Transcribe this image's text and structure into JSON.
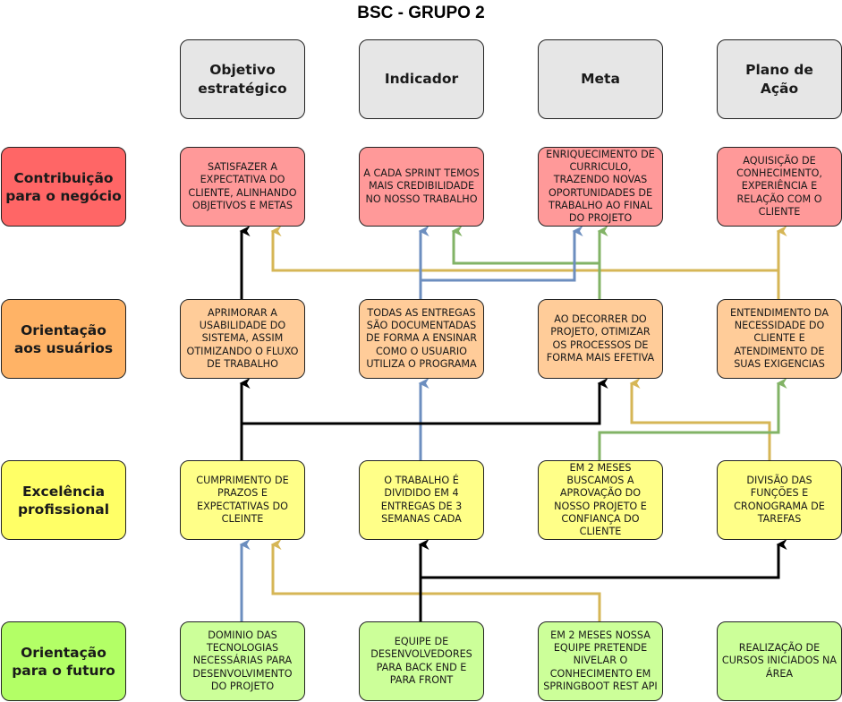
{
  "title": "BSC - GRUPO 2",
  "columns": [
    "Objetivo estratégico",
    "Indicador",
    "Meta",
    "Plano de Ação"
  ],
  "rows": [
    {
      "label": "Contribuição para o negócio",
      "cells": [
        "SATISFAZER A EXPECTATIVA DO CLIENTE, ALINHANDO OBJETIVOS E METAS",
        "A CADA SPRINT TEMOS MAIS CREDIBILIDADE NO NOSSO TRABALHO",
        "ENRIQUECIMENTO DE CURRICULO, TRAZENDO NOVAS OPORTUNIDADES DE TRABALHO AO FINAL DO PROJETO",
        "AQUISIÇÃO DE CONHECIMENTO, EXPERIÊNCIA E RELAÇÃO COM O CLIENTE"
      ]
    },
    {
      "label": "Orientação aos usuários",
      "cells": [
        "APRIMORAR A USABILIDADE DO SISTEMA, ASSIM OTIMIZANDO O FLUXO DE TRABALHO",
        "TODAS AS ENTREGAS SÃO DOCUMENTADAS DE FORMA A ENSINAR COMO O USUARIO UTILIZA O PROGRAMA",
        "AO DECORRER DO PROJETO, OTIMIZAR OS PROCESSOS DE FORMA MAIS EFETIVA",
        "ENTENDIMENTO DA NECESSIDADE DO CLIENTE E ATENDIMENTO DE SUAS EXIGENCIAS"
      ]
    },
    {
      "label": "Excelência profissional",
      "cells": [
        "CUMPRIMENTO DE PRAZOS E EXPECTATIVAS DO CLEINTE",
        "O TRABALHO É DIVIDIDO EM 4 ENTREGAS DE 3 SEMANAS CADA",
        "EM 2 MESES BUSCAMOS A APROVAÇÃO DO NOSSO PROJETO E CONFIANÇA DO CLIENTE",
        "DIVISÃO DAS FUNÇÕES E CRONOGRAMA DE TAREFAS"
      ]
    },
    {
      "label": "Orientação para o futuro",
      "cells": [
        "DOMINIO DAS TECNOLOGIAS NECESSÁRIAS PARA DESENVOLVIMENTO DO PROJETO",
        "EQUIPE DE DESENVOLVEDORES PARA BACK END E PARA FRONT",
        "EM 2 MESES NOSSA EQUIPE PRETENDE NIVELAR O CONHECIMENTO EM SPRINGBOOT REST API",
        "REALIZAÇÃO DE CURSOS INICIADOS NA ÁREA"
      ]
    }
  ],
  "colors": {
    "black_line": "#000000",
    "blue_line": "#6c8ebf",
    "green_line": "#82b366",
    "gold_line": "#d6b656"
  }
}
